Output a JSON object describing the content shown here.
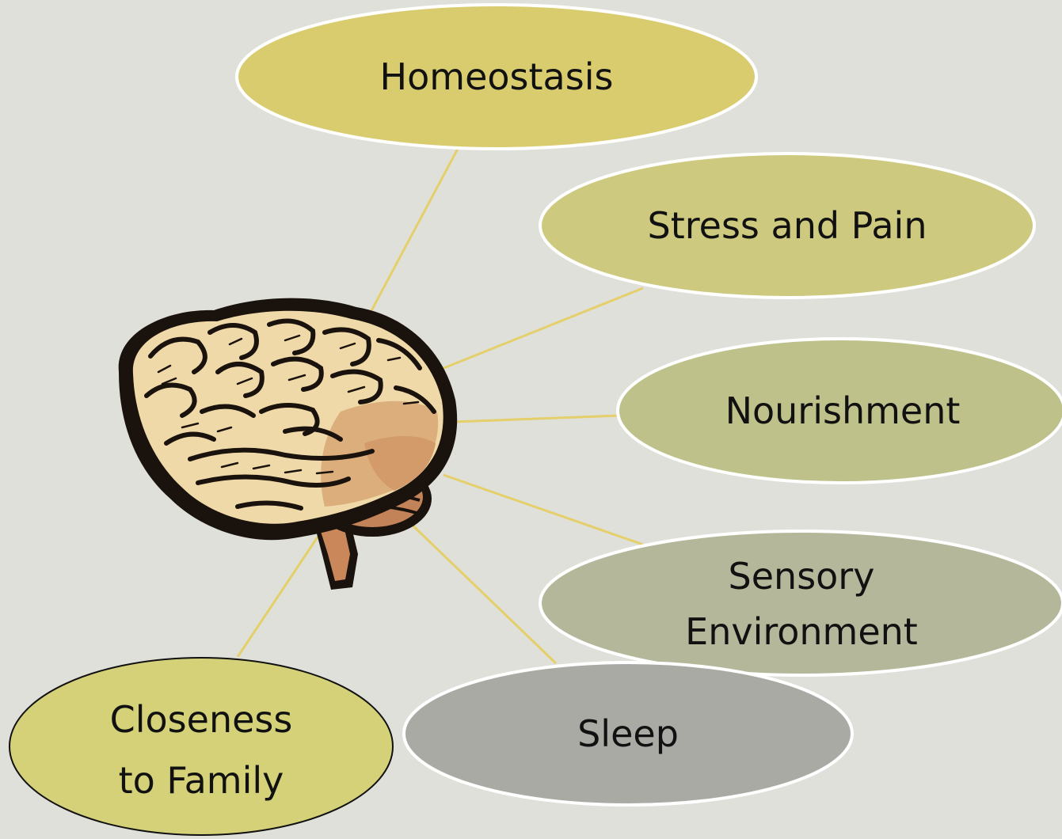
{
  "colors": {
    "background": "#e0e0da",
    "connector": "#e4cf6a",
    "brain_dark": "#1a120c",
    "brain_light": "#f0d9a8",
    "brain_mid": "#dcae7c",
    "brain_stem": "#c9875a"
  },
  "center": {
    "icon": "brain-icon"
  },
  "bubbles": [
    {
      "id": "homeostasis",
      "lines": [
        "Homeostasis"
      ],
      "fill": "#d8cc6e"
    },
    {
      "id": "stress-and-pain",
      "lines": [
        "Stress and Pain"
      ],
      "fill": "#cdc97e"
    },
    {
      "id": "nourishment",
      "lines": [
        "Nourishment"
      ],
      "fill": "#bec18a"
    },
    {
      "id": "sensory-environment",
      "lines": [
        "Sensory",
        "Environment"
      ],
      "fill": "#b5b79a"
    },
    {
      "id": "sleep",
      "lines": [
        "Sleep"
      ],
      "fill": "#aaaaa5"
    },
    {
      "id": "closeness-to-family",
      "lines": [
        "Closeness",
        "to Family"
      ],
      "fill": "#d4d178"
    }
  ]
}
